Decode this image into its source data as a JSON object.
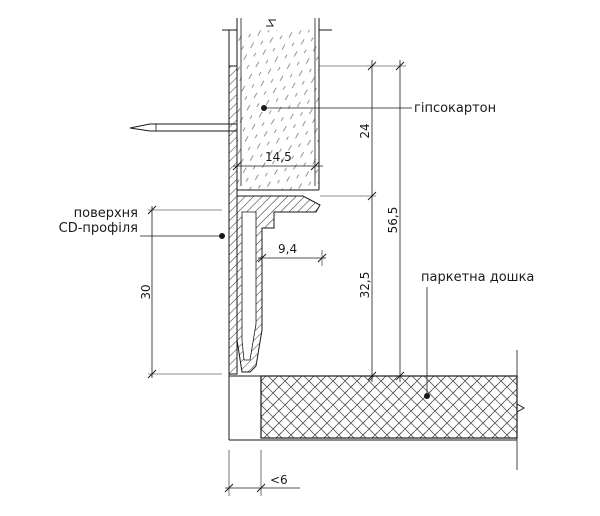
{
  "labels": {
    "drywall": "гіпсокартон",
    "cd_profile_line1": "поверхня",
    "cd_profile_line2": "CD-профіля",
    "parquet": "паркетна дошка"
  },
  "dimensions": {
    "profile_height": "30",
    "board_gap": "14,5",
    "drywall_depth": "24",
    "lower_height": "32,5",
    "total_height": "56,5",
    "profile_width": "9,4",
    "floor_gap": "<6"
  }
}
